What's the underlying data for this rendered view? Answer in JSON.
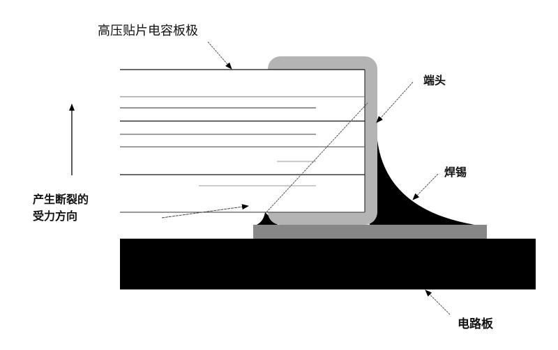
{
  "labels": {
    "capacitor_plate": "高压贴片电容板极",
    "terminal": "端头",
    "solder": "焊锡",
    "circuit_board": "电路板",
    "force_direction_line1": "产生断裂的",
    "force_direction_line2": "受力方向"
  },
  "colors": {
    "termination": "#b4b4b4",
    "pad": "#878787",
    "board": "#000000",
    "solder": "#000000"
  }
}
